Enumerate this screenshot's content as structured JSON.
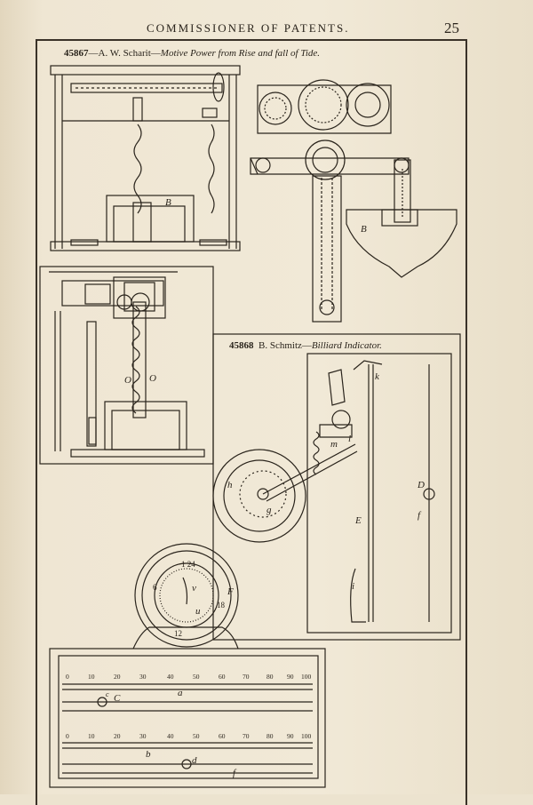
{
  "header": {
    "title": "COMMISSIONER OF PATENTS.",
    "page_number": "25"
  },
  "patent_1": {
    "number": "45867",
    "inventor": "—A. W. Scharit—",
    "title": "Motive Power from Rise and fall of Tide.",
    "labels": {
      "b1": "B",
      "b2": "B",
      "o1": "O",
      "o2": "O"
    }
  },
  "patent_2": {
    "number": "45868",
    "inventor": "B. Schmitz—",
    "title": "Billiard Indicator.",
    "labels": {
      "E": "E",
      "D": "D",
      "f": "f",
      "g": "g",
      "h": "h",
      "i": "i",
      "m": "m",
      "k": "k",
      "l": "l"
    },
    "dial": {
      "labels": [
        "1 24",
        "6",
        "18",
        "12"
      ],
      "v": "v",
      "u": "u",
      "F": "F"
    },
    "scale_ticks": [
      "0",
      "10",
      "20",
      "30",
      "40",
      "50",
      "60",
      "70",
      "80",
      "90",
      "100"
    ],
    "scale_labels": {
      "a": "a",
      "b": "b",
      "c": "c",
      "C": "C",
      "d": "d",
      "f": "f"
    }
  },
  "colors": {
    "ink": "#2a241c",
    "paper": "#efe6d3"
  }
}
